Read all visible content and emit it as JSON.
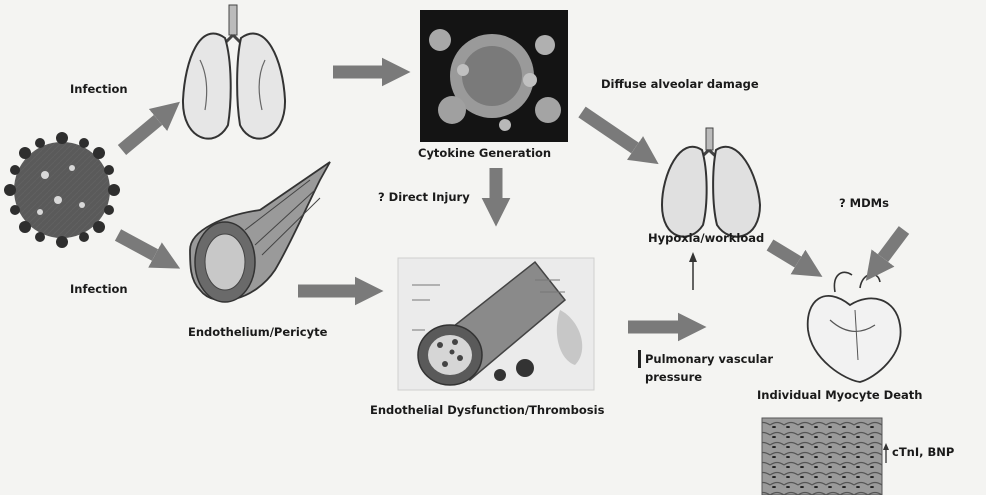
{
  "labels": {
    "infection_top": "Infection",
    "infection_bottom": "Infection",
    "cytokine": "Cytokine Generation",
    "diffuse": "Diffuse alveolar damage",
    "direct_injury": "? Direct Injury",
    "hypoxia": "Hypoxia/workload",
    "mdms": "? MDMs",
    "endothelium": "Endothelium/Pericyte",
    "pulmonary_line1": "Pulmonary vascular",
    "pulmonary_line2": "pressure",
    "endothelial_dys": "Endothelial Dysfunction/Thrombosis",
    "myocyte_death": "Individual Myocyte Death",
    "ctni_bnp": "cTnI, BNP"
  },
  "colors": {
    "arrow": "#7a7a7a",
    "ink": "#1a1a1a",
    "background": "#f4f4f2"
  },
  "icons": {
    "virus": "coronavirus-particle-icon",
    "lungs_top": "lungs-icon",
    "cytokine": "cytokine-cell-image",
    "vessel": "blood-vessel-icon",
    "vessel_section": "vessel-cross-section-image",
    "lungs_right": "lungs-icon",
    "heart": "heart-icon",
    "tissue": "myocardial-tissue-image"
  }
}
